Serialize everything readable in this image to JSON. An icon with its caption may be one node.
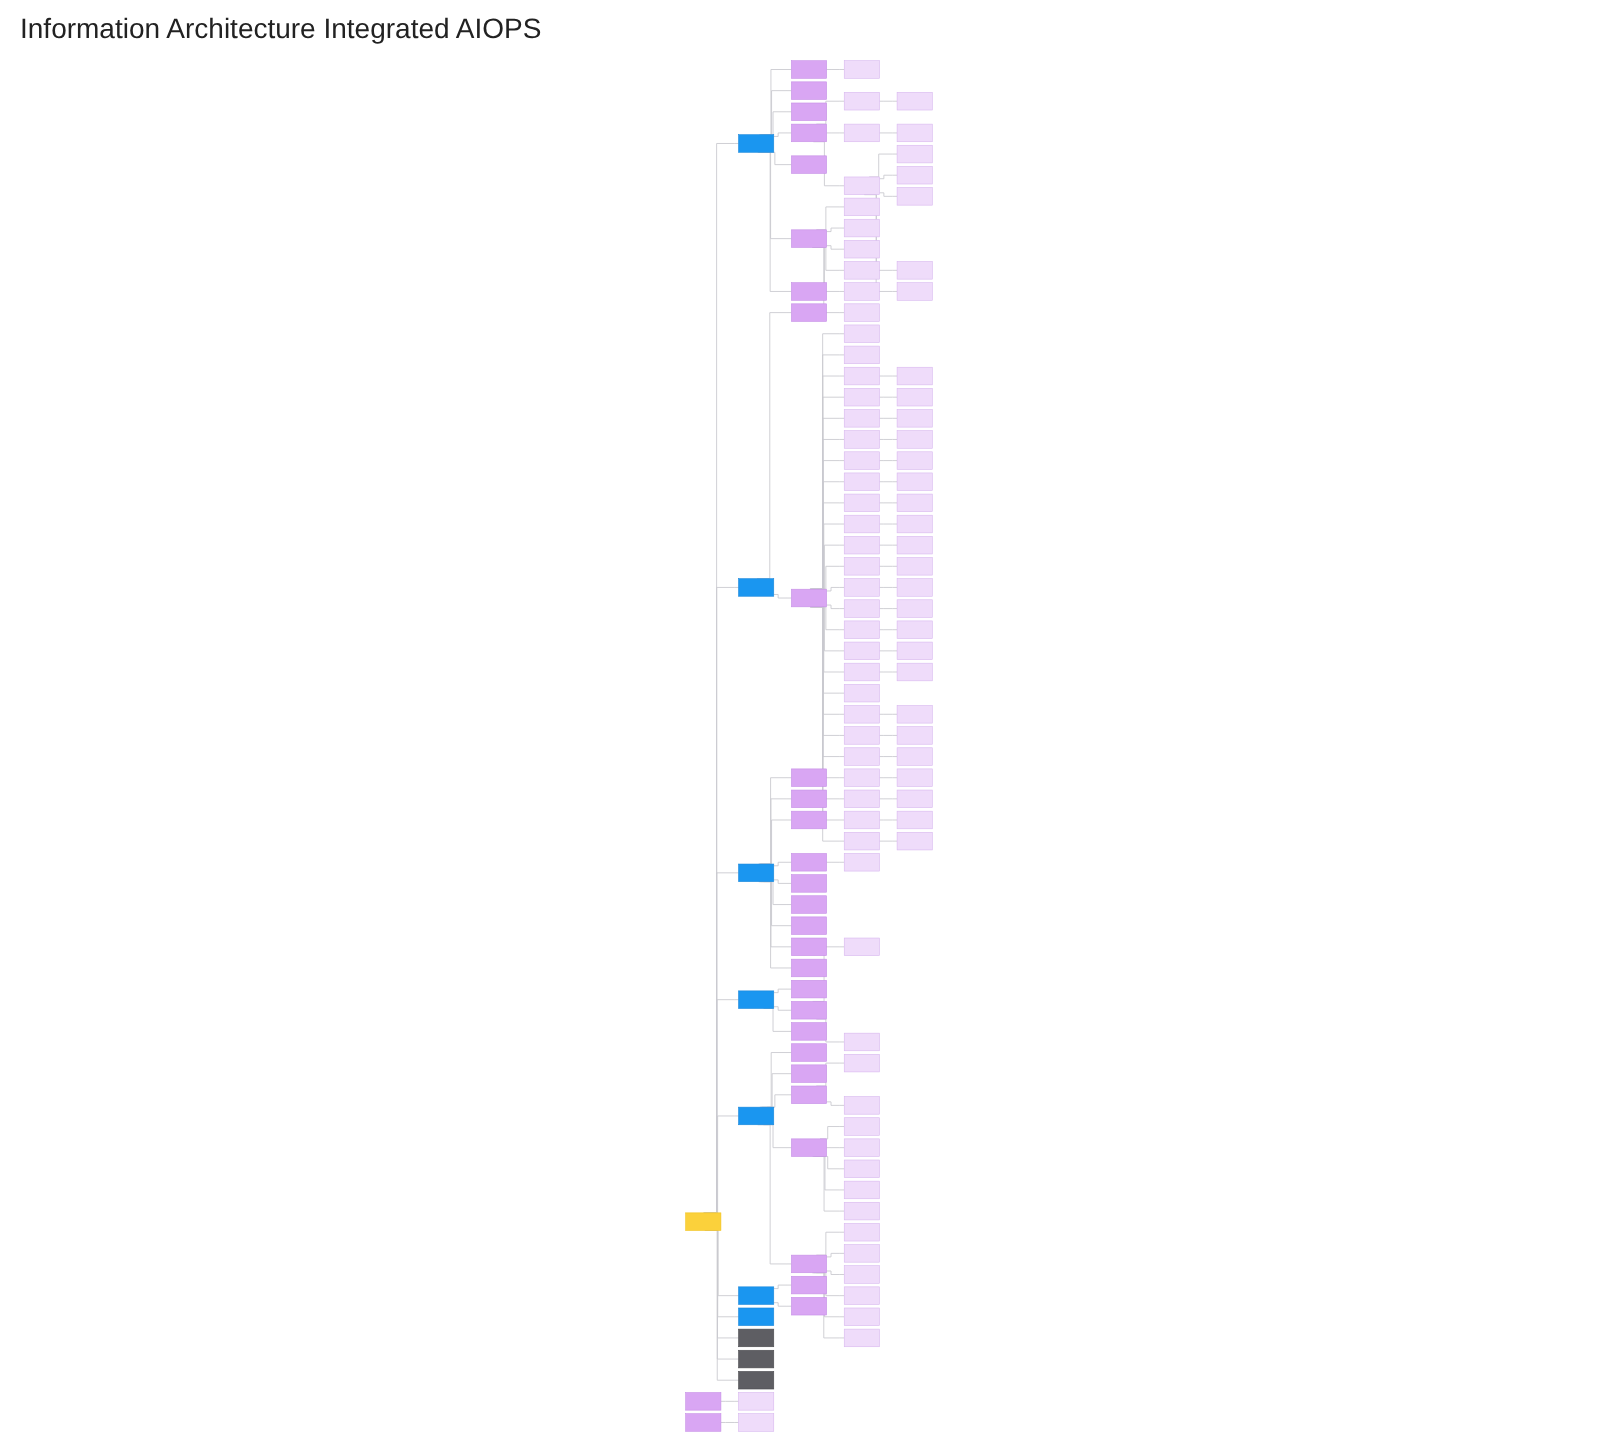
{
  "diagram": {
    "title": "Information Architecture Integrated AIOPS",
    "nodes": [
      {
        "text": [],
        "shape": "box"
      },
      {
        "text": [],
        "shape": "box"
      },
      {
        "text": [],
        "shape": "box"
      },
      {
        "text": [],
        "shape": "box"
      },
      {
        "text": [],
        "shape": "box"
      },
      {
        "text": [],
        "shape": "box"
      },
      {
        "text": [],
        "shape": "box"
      },
      {
        "text": [],
        "shape": "box"
      },
      {
        "text": [],
        "shape": "box"
      },
      {
        "text": [],
        "shape": "box"
      },
      {
        "text": [],
        "shape": "box"
      },
      {
        "text": [],
        "shape": "box"
      },
      {
        "text": [],
        "shape": "box"
      },
      {
        "text": [],
        "shape": "box"
      },
      {
        "text": [],
        "shape": "box"
      },
      {
        "text": [],
        "shape": "box"
      },
      {
        "text": [],
        "shape": "box"
      },
      {
        "text": [],
        "shape": "box"
      },
      {
        "text": [],
        "shape": "box"
      },
      {
        "text": [],
        "shape": "box"
      },
      {
        "text": [],
        "shape": "box"
      },
      {
        "text": [],
        "shape": "box"
      },
      {
        "text": [],
        "shape": "box"
      },
      {
        "text": [],
        "shape": "box"
      },
      {
        "text": [],
        "shape": "box"
      },
      {
        "text": [],
        "shape": "box"
      },
      {
        "text": [],
        "shape": "box"
      },
      {
        "text": [],
        "shape": "box"
      },
      {
        "text": [],
        "shape": "box"
      },
      {
        "text": [],
        "shape": "box"
      },
      {
        "text": [],
        "shape": "box"
      },
      {
        "text": [],
        "shape": "box"
      },
      {
        "text": [],
        "shape": "box"
      },
      {
        "text": [],
        "shape": "box"
      },
      {
        "text": [],
        "shape": "box"
      },
      {
        "text": [],
        "shape": "box"
      },
      {
        "text": [],
        "shape": "box"
      },
      {
        "text": [],
        "shape": "box"
      },
      {
        "text": [],
        "shape": "box"
      },
      {
        "text": [],
        "shape": "box"
      },
      {
        "text": [],
        "shape": "box"
      },
      {
        "text": [],
        "shape": "box"
      },
      {
        "text": [],
        "shape": "box"
      },
      {
        "text": [],
        "shape": "box"
      },
      {
        "text": [],
        "shape": "box"
      },
      {
        "text": [],
        "shape": "box"
      },
      {
        "text": [],
        "shape": "box"
      },
      {
        "text": [],
        "shape": "box"
      },
      {
        "text": [],
        "shape": "box"
      },
      {
        "text": [],
        "shape": "box"
      },
      {
        "text": [],
        "shape": "box"
      },
      {
        "text": [],
        "shape": "box"
      },
      {
        "text": [],
        "shape": "box"
      },
      {
        "text": [],
        "shape": "box"
      },
      {
        "text": [],
        "shape": "box"
      },
      {
        "text": [],
        "shape": "box"
      },
      {
        "text": [],
        "shape": "box"
      },
      {
        "text": [],
        "shape": "box"
      },
      {
        "text": [],
        "shape": "box"
      },
      {
        "text": [],
        "shape": "box"
      },
      {
        "text": [],
        "shape": "box"
      },
      {
        "text": [],
        "shape": "box"
      },
      {
        "text": [],
        "shape": "box"
      },
      {
        "text": [],
        "shape": "box"
      },
      {
        "text": [],
        "shape": "box"
      },
      {
        "text": [],
        "shape": "box"
      },
      {
        "text": [],
        "shape": "box"
      },
      {
        "text": [],
        "shape": "box"
      },
      {
        "text": [],
        "shape": "box"
      },
      {
        "text": [],
        "shape": "box"
      },
      {
        "text": [],
        "shape": "box"
      },
      {
        "text": [],
        "shape": "box"
      },
      {
        "text": [],
        "shape": "box"
      },
      {
        "text": [],
        "shape": "box"
      },
      {
        "text": [],
        "shape": "box"
      },
      {
        "text": [],
        "shape": "box"
      },
      {
        "text": [],
        "shape": "box"
      },
      {
        "text": [],
        "shape": "box"
      },
      {
        "text": [],
        "shape": "box"
      },
      {
        "text": [],
        "shape": "box"
      },
      {
        "text": [],
        "shape": "box"
      },
      {
        "text": [],
        "shape": "box"
      },
      {
        "text": [],
        "shape": "box"
      },
      {
        "text": [],
        "shape": "box"
      },
      {
        "text": [],
        "shape": "box"
      },
      {
        "text": [],
        "shape": "box"
      },
      {
        "text": [],
        "shape": "box"
      },
      {
        "text": [],
        "shape": "box"
      },
      {
        "text": [],
        "shape": "box"
      },
      {
        "text": [],
        "shape": "box"
      },
      {
        "text": [],
        "shape": "box"
      },
      {
        "text": [],
        "shape": "box"
      },
      {
        "text": [],
        "shape": "box"
      },
      {
        "text": [],
        "shape": "box"
      },
      {
        "text": [],
        "shape": "box"
      },
      {
        "text": [],
        "shape": "box"
      },
      {
        "text": [],
        "shape": "box"
      },
      {
        "text": [],
        "shape": "box"
      },
      {
        "text": [],
        "shape": "box"
      },
      {
        "text": [],
        "shape": "box"
      },
      {
        "text": [],
        "shape": "box"
      },
      {
        "text": [],
        "shape": "box"
      },
      {
        "text": [],
        "shape": "box"
      },
      {
        "text": [],
        "shape": "box"
      },
      {
        "text": [],
        "shape": "box"
      },
      {
        "text": [],
        "shape": "box"
      },
      {
        "text": [],
        "shape": "box"
      },
      {
        "text": [],
        "shape": "box"
      },
      {
        "text": [],
        "shape": "box"
      },
      {
        "text": [],
        "shape": "box"
      },
      {
        "text": [],
        "shape": "box"
      },
      {
        "text": [],
        "shape": "box"
      },
      {
        "text": [],
        "shape": "box"
      },
      {
        "text": [],
        "shape": "box"
      },
      {
        "text": [],
        "shape": "box"
      },
      {
        "text": [],
        "shape": "box"
      },
      {
        "text": [],
        "shape": "box"
      },
      {
        "text": [],
        "shape": "box"
      },
      {
        "text": [],
        "shape": "box"
      },
      {
        "text": [],
        "shape": "box"
      },
      {
        "text": [],
        "shape": "box"
      },
      {
        "text": [],
        "shape": "box"
      },
      {
        "text": [],
        "shape": "box"
      }
    ],
    "edges": [
      {
        "from": 0,
        "to": 1,
        "arrow": "none"
      },
      {
        "from": 0,
        "to": 2,
        "arrow": "none"
      },
      {
        "from": 0,
        "to": 3,
        "arrow": "none"
      },
      {
        "from": 0,
        "to": 4,
        "arrow": "none"
      },
      {
        "from": 0,
        "to": 5,
        "arrow": "none"
      },
      {
        "from": 0,
        "to": 6,
        "arrow": "none"
      },
      {
        "from": 0,
        "to": 7,
        "arrow": "none"
      },
      {
        "from": 0,
        "to": 8,
        "arrow": "none"
      },
      {
        "from": 0,
        "to": 9,
        "arrow": "none"
      },
      {
        "from": 0,
        "to": 10,
        "arrow": "none"
      },
      {
        "from": 1,
        "to": 11,
        "arrow": "none"
      },
      {
        "from": 11,
        "to": 12,
        "arrow": "none"
      },
      {
        "from": 1,
        "to": 13,
        "arrow": "none"
      },
      {
        "from": 1,
        "to": 14,
        "arrow": "none"
      },
      {
        "from": 1,
        "to": 15,
        "arrow": "none"
      },
      {
        "from": 15,
        "to": 16,
        "arrow": "none"
      },
      {
        "from": 16,
        "to": 17,
        "arrow": "none"
      },
      {
        "from": 15,
        "to": 18,
        "arrow": "none"
      },
      {
        "from": 18,
        "to": 19,
        "arrow": "none"
      },
      {
        "from": 15,
        "to": 20,
        "arrow": "none"
      },
      {
        "from": 20,
        "to": 21,
        "arrow": "none"
      },
      {
        "from": 20,
        "to": 22,
        "arrow": "none"
      },
      {
        "from": 20,
        "to": 23,
        "arrow": "none"
      },
      {
        "from": 20,
        "to": 24,
        "arrow": "none"
      },
      {
        "from": 20,
        "to": 25,
        "arrow": "none"
      },
      {
        "from": 1,
        "to": 26,
        "arrow": "none"
      },
      {
        "from": 1,
        "to": 27,
        "arrow": "none"
      },
      {
        "from": 27,
        "to": 28,
        "arrow": "none"
      },
      {
        "from": 27,
        "to": 29,
        "arrow": "none"
      },
      {
        "from": 27,
        "to": 30,
        "arrow": "none"
      },
      {
        "from": 27,
        "to": 31,
        "arrow": "none"
      },
      {
        "from": 27,
        "to": 32,
        "arrow": "none"
      },
      {
        "from": 27,
        "to": 33,
        "arrow": "none"
      },
      {
        "from": 1,
        "to": 34,
        "arrow": "none"
      },
      {
        "from": 2,
        "to": 35,
        "arrow": "none"
      },
      {
        "from": 2,
        "to": 36,
        "arrow": "none"
      },
      {
        "from": 36,
        "to": 37,
        "arrow": "none"
      },
      {
        "from": 36,
        "to": 38,
        "arrow": "none"
      },
      {
        "from": 36,
        "to": 39,
        "arrow": "none"
      },
      {
        "from": 39,
        "to": 40,
        "arrow": "none"
      },
      {
        "from": 36,
        "to": 41,
        "arrow": "none"
      },
      {
        "from": 41,
        "to": 42,
        "arrow": "none"
      },
      {
        "from": 36,
        "to": 43,
        "arrow": "none"
      },
      {
        "from": 43,
        "to": 44,
        "arrow": "none"
      },
      {
        "from": 36,
        "to": 45,
        "arrow": "none"
      },
      {
        "from": 45,
        "to": 46,
        "arrow": "none"
      },
      {
        "from": 36,
        "to": 47,
        "arrow": "none"
      },
      {
        "from": 47,
        "to": 48,
        "arrow": "none"
      },
      {
        "from": 36,
        "to": 49,
        "arrow": "none"
      },
      {
        "from": 49,
        "to": 50,
        "arrow": "none"
      },
      {
        "from": 36,
        "to": 51,
        "arrow": "none"
      },
      {
        "from": 51,
        "to": 52,
        "arrow": "none"
      },
      {
        "from": 36,
        "to": 53,
        "arrow": "none"
      },
      {
        "from": 53,
        "to": 54,
        "arrow": "none"
      },
      {
        "from": 36,
        "to": 55,
        "arrow": "none"
      },
      {
        "from": 55,
        "to": 56,
        "arrow": "none"
      },
      {
        "from": 36,
        "to": 57,
        "arrow": "none"
      },
      {
        "from": 57,
        "to": 58,
        "arrow": "none"
      },
      {
        "from": 36,
        "to": 59,
        "arrow": "none"
      },
      {
        "from": 59,
        "to": 60,
        "arrow": "none"
      },
      {
        "from": 36,
        "to": 61,
        "arrow": "none"
      },
      {
        "from": 61,
        "to": 62,
        "arrow": "none"
      },
      {
        "from": 36,
        "to": 63,
        "arrow": "none"
      },
      {
        "from": 63,
        "to": 64,
        "arrow": "none"
      },
      {
        "from": 36,
        "to": 65,
        "arrow": "none"
      },
      {
        "from": 65,
        "to": 66,
        "arrow": "none"
      },
      {
        "from": 36,
        "to": 67,
        "arrow": "none"
      },
      {
        "from": 67,
        "to": 68,
        "arrow": "none"
      },
      {
        "from": 36,
        "to": 69,
        "arrow": "none"
      },
      {
        "from": 36,
        "to": 70,
        "arrow": "none"
      },
      {
        "from": 70,
        "to": 71,
        "arrow": "none"
      },
      {
        "from": 36,
        "to": 72,
        "arrow": "none"
      },
      {
        "from": 72,
        "to": 73,
        "arrow": "none"
      },
      {
        "from": 36,
        "to": 74,
        "arrow": "none"
      },
      {
        "from": 74,
        "to": 75,
        "arrow": "none"
      },
      {
        "from": 36,
        "to": 76,
        "arrow": "none"
      },
      {
        "from": 76,
        "to": 77,
        "arrow": "none"
      },
      {
        "from": 36,
        "to": 78,
        "arrow": "none"
      },
      {
        "from": 78,
        "to": 79,
        "arrow": "none"
      },
      {
        "from": 36,
        "to": 80,
        "arrow": "none"
      },
      {
        "from": 80,
        "to": 81,
        "arrow": "none"
      },
      {
        "from": 36,
        "to": 82,
        "arrow": "none"
      },
      {
        "from": 82,
        "to": 83,
        "arrow": "none"
      },
      {
        "from": 3,
        "to": 84,
        "arrow": "none"
      },
      {
        "from": 3,
        "to": 85,
        "arrow": "none"
      },
      {
        "from": 3,
        "to": 86,
        "arrow": "none"
      },
      {
        "from": 3,
        "to": 87,
        "arrow": "none"
      },
      {
        "from": 87,
        "to": 88,
        "arrow": "none"
      },
      {
        "from": 3,
        "to": 89,
        "arrow": "none"
      },
      {
        "from": 3,
        "to": 90,
        "arrow": "none"
      },
      {
        "from": 3,
        "to": 91,
        "arrow": "none"
      },
      {
        "from": 3,
        "to": 92,
        "arrow": "none"
      },
      {
        "from": 3,
        "to": 93,
        "arrow": "none"
      },
      {
        "from": 4,
        "to": 94,
        "arrow": "none"
      },
      {
        "from": 4,
        "to": 95,
        "arrow": "none"
      },
      {
        "from": 95,
        "to": 96,
        "arrow": "none"
      },
      {
        "from": 95,
        "to": 97,
        "arrow": "none"
      },
      {
        "from": 4,
        "to": 98,
        "arrow": "none"
      },
      {
        "from": 5,
        "to": 99,
        "arrow": "none"
      },
      {
        "from": 5,
        "to": 100,
        "arrow": "none"
      },
      {
        "from": 5,
        "to": 101,
        "arrow": "none"
      },
      {
        "from": 101,
        "to": 102,
        "arrow": "none"
      },
      {
        "from": 101,
        "to": 103,
        "arrow": "none"
      },
      {
        "from": 5,
        "to": 104,
        "arrow": "none"
      },
      {
        "from": 104,
        "to": 105,
        "arrow": "none"
      },
      {
        "from": 104,
        "to": 106,
        "arrow": "none"
      },
      {
        "from": 104,
        "to": 107,
        "arrow": "none"
      },
      {
        "from": 104,
        "to": 108,
        "arrow": "none"
      },
      {
        "from": 104,
        "to": 109,
        "arrow": "none"
      },
      {
        "from": 5,
        "to": 110,
        "arrow": "none"
      },
      {
        "from": 110,
        "to": 111,
        "arrow": "none"
      },
      {
        "from": 110,
        "to": 112,
        "arrow": "none"
      },
      {
        "from": 110,
        "to": 113,
        "arrow": "none"
      },
      {
        "from": 110,
        "to": 114,
        "arrow": "none"
      },
      {
        "from": 110,
        "to": 115,
        "arrow": "none"
      },
      {
        "from": 110,
        "to": 116,
        "arrow": "none"
      },
      {
        "from": 117,
        "to": 118,
        "arrow": "none"
      },
      {
        "from": 119,
        "to": 120,
        "arrow": "none"
      },
      {
        "from": 6,
        "to": 121,
        "arrow": "none"
      },
      {
        "from": 6,
        "to": 122,
        "arrow": "none"
      }
    ]
  }
}
